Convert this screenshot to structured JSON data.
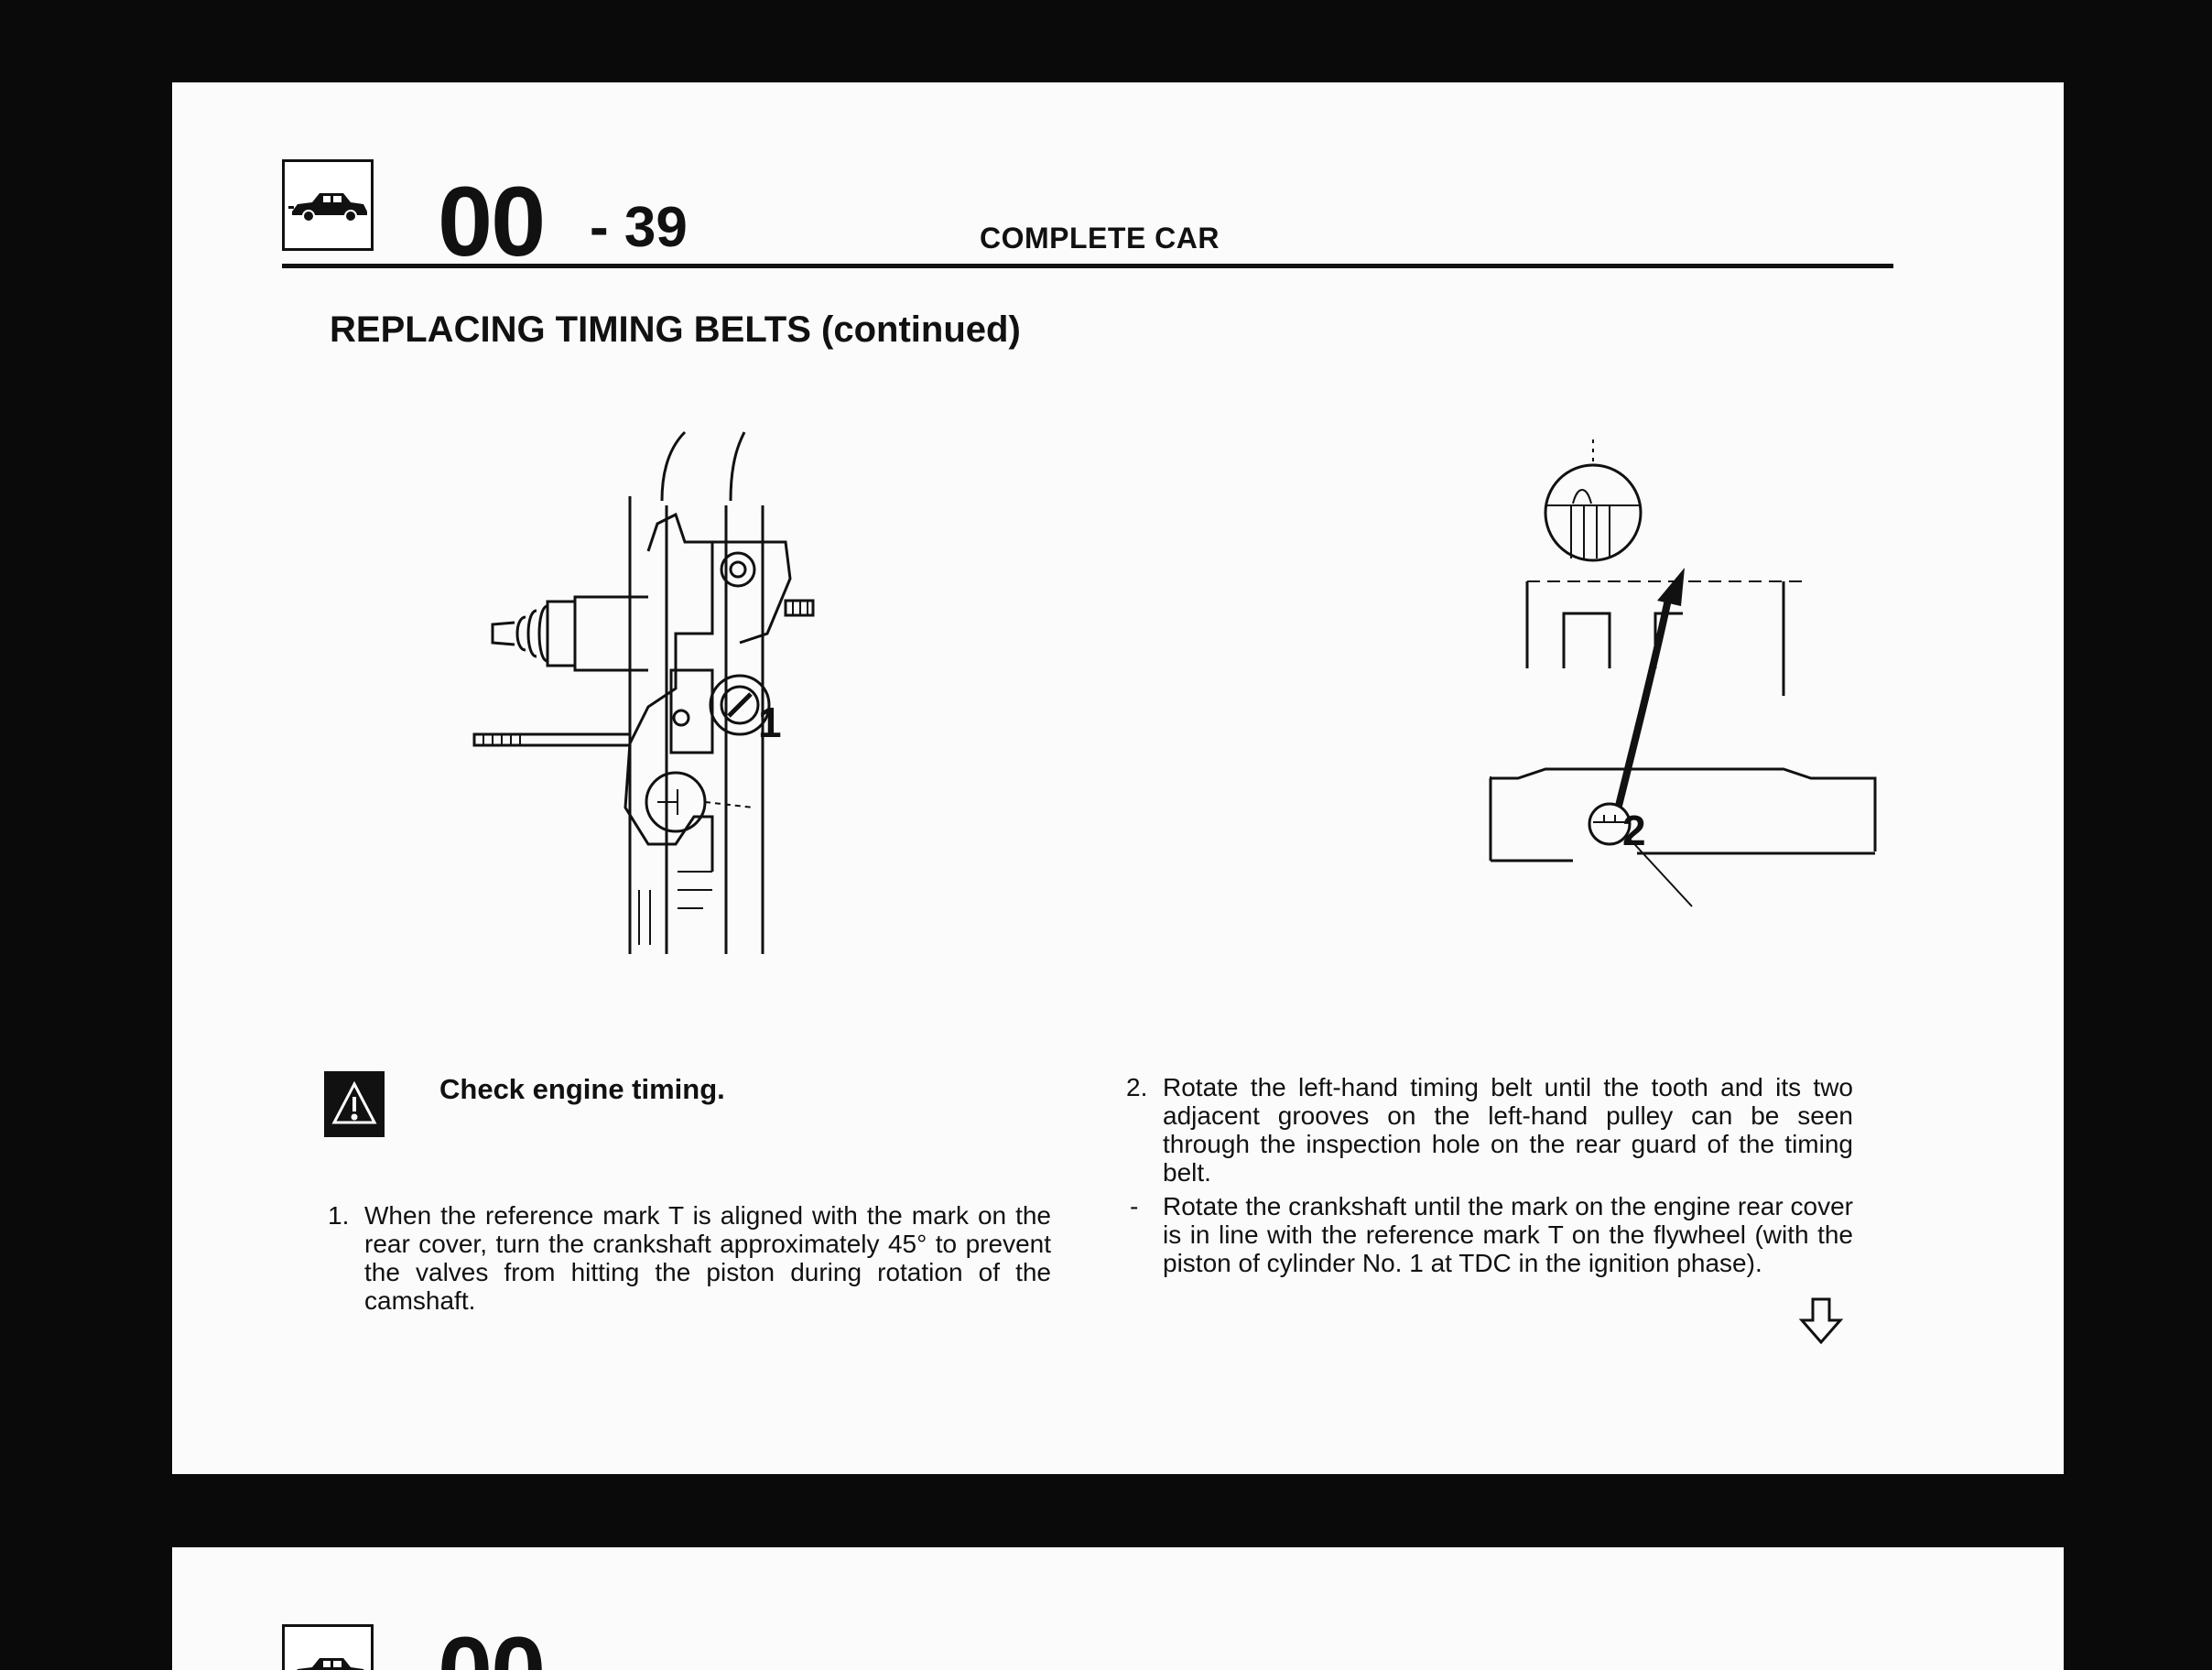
{
  "header": {
    "section_number": "00",
    "page_number": "- 39",
    "title": "COMPLETE CAR",
    "icon": "car-icon"
  },
  "subtitle": "REPLACING TIMING BELTS (continued)",
  "figures": {
    "left_callout": "1",
    "right_callout": "2"
  },
  "warning": {
    "icon": "warning-triangle-icon",
    "label": "Check engine timing."
  },
  "steps": {
    "step1_number": "1.",
    "step1_text": "When the reference mark T is aligned with the mark on the rear cover, turn the crankshaft approximately 45° to prevent the valves from hitting the piston during rotation of the camshaft.",
    "step2_number": "2.",
    "step2_text": "Rotate the left-hand timing belt until the tooth and its two adjacent grooves on the left-hand pulley can be seen through the inspection hole on the rear guard of the timing belt.",
    "step3_bullet": "-",
    "step3_text": "Rotate the crankshaft until the mark on the engine rear cover is in line with the reference mark T on the flywheel (with the piston of cylinder No. 1 at TDC in the ignition phase)."
  },
  "continue_icon": "arrow-down-icon",
  "next_page": {
    "section_number": "00",
    "icon": "car-icon"
  }
}
